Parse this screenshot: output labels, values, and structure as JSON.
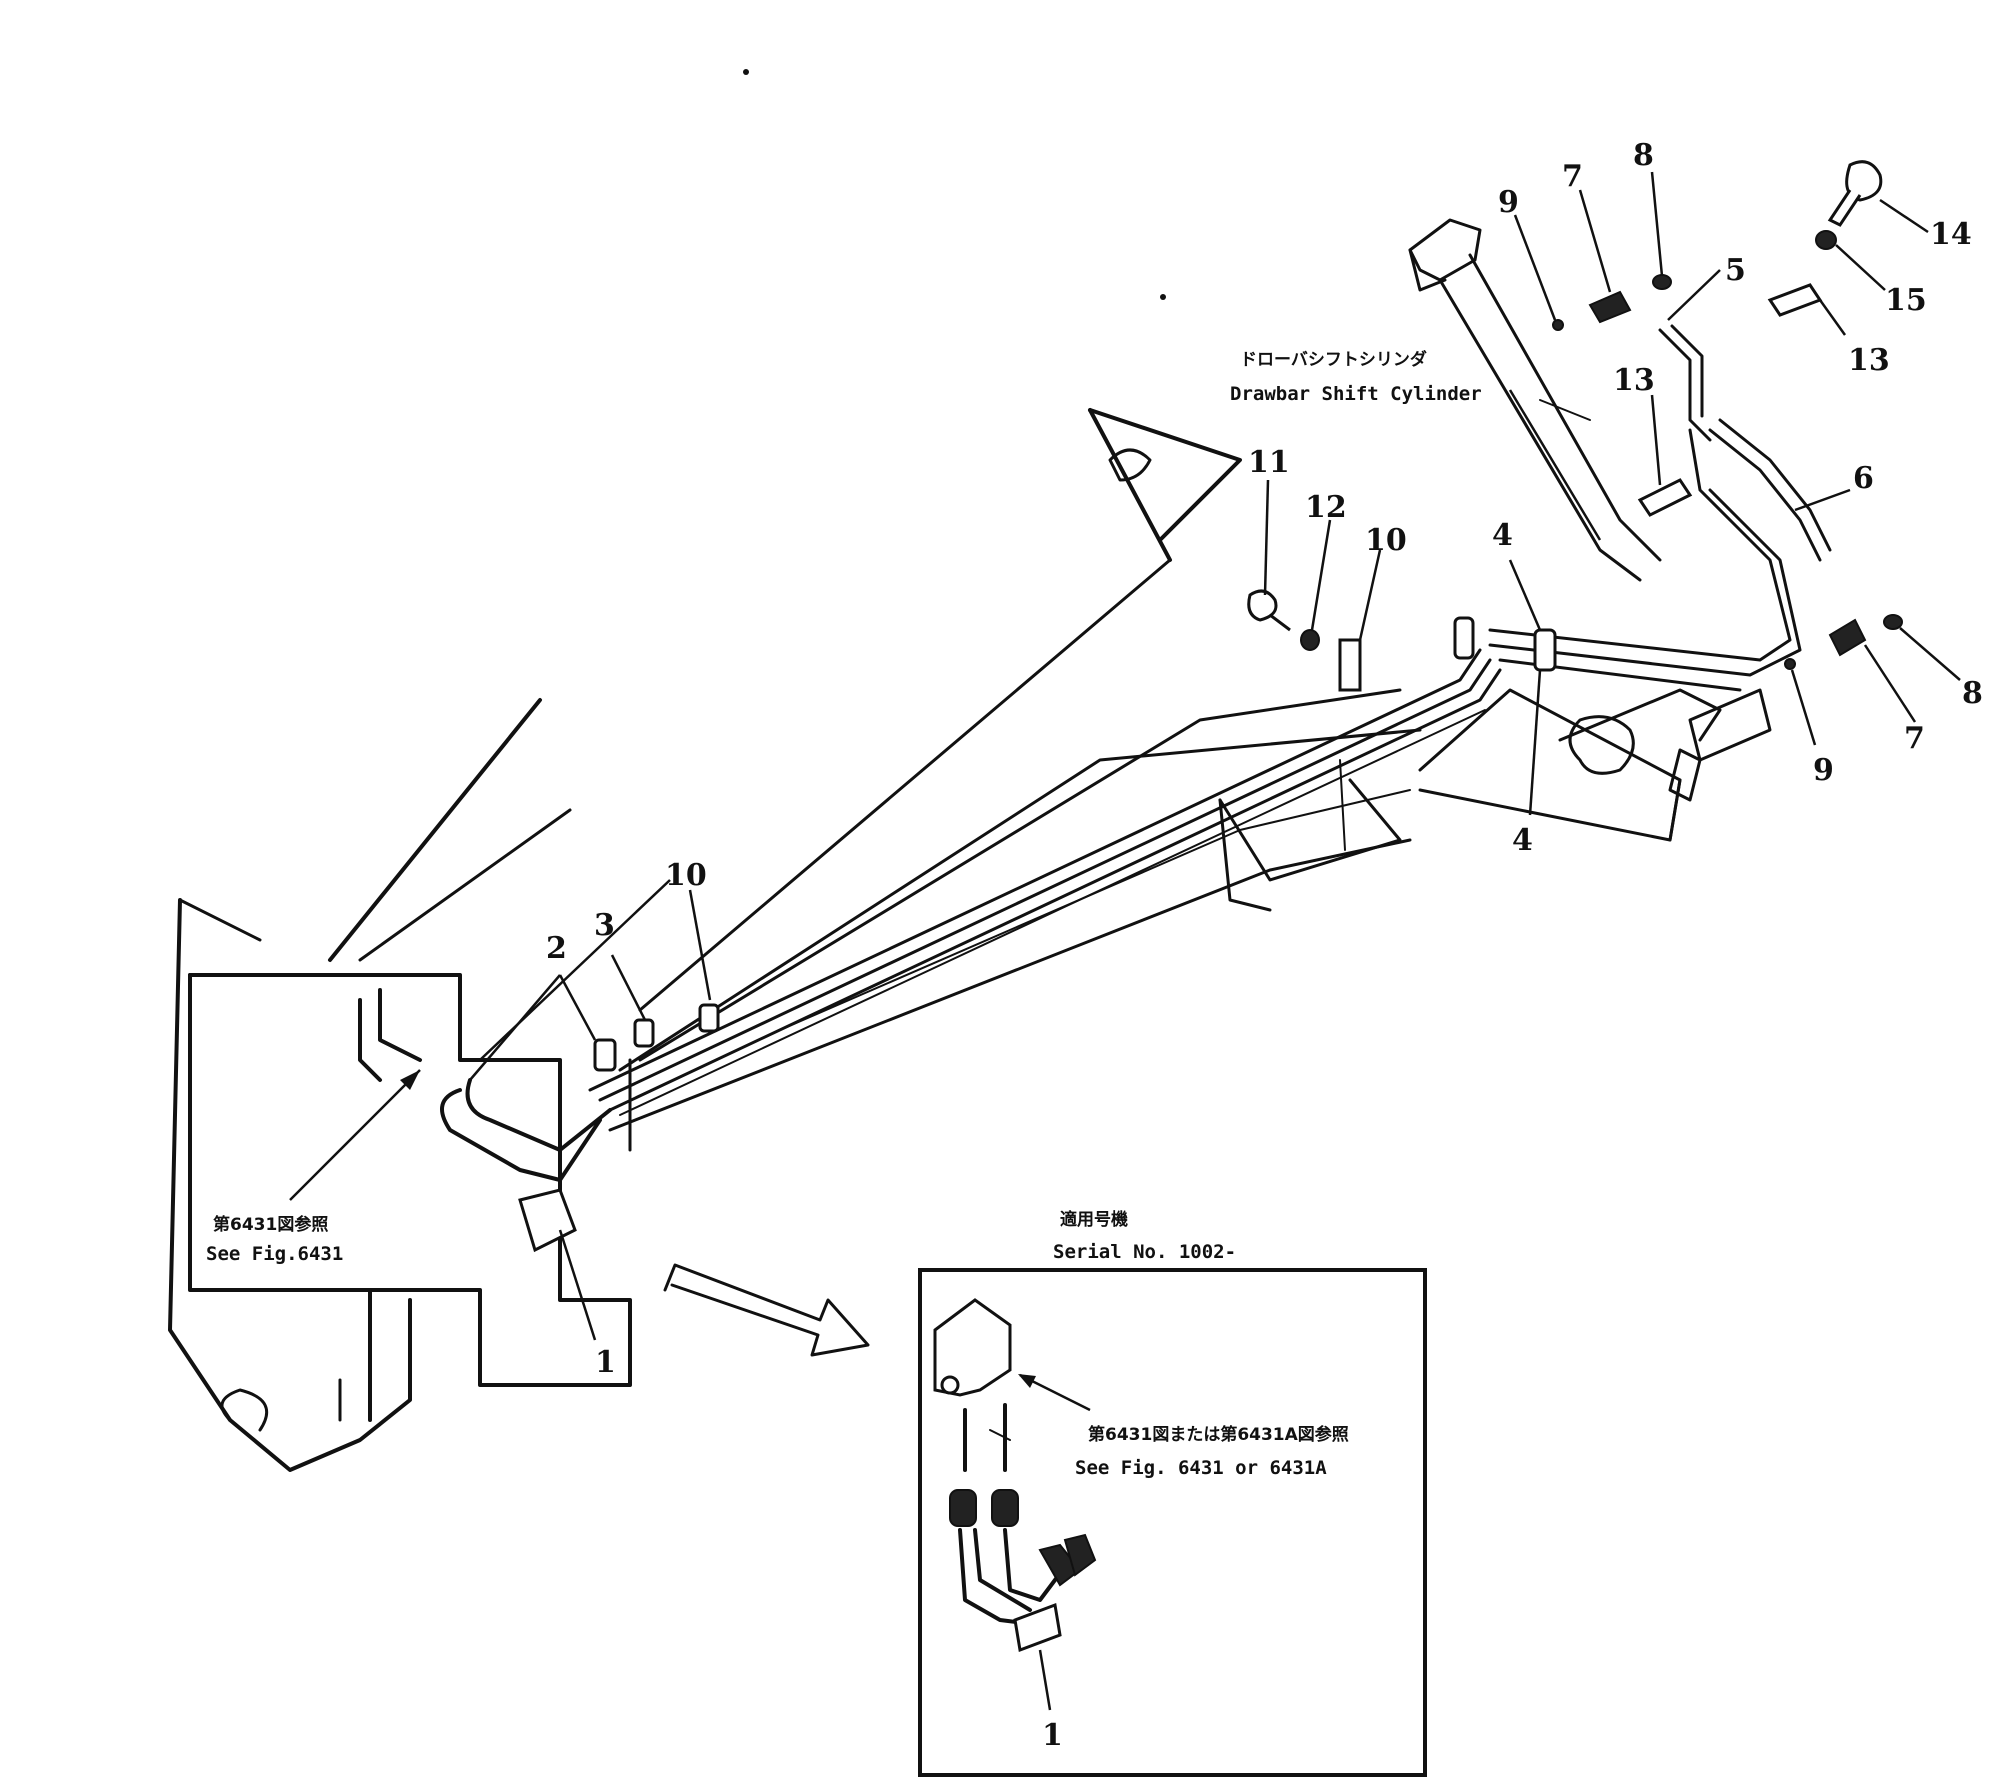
{
  "diagram": {
    "labels": {
      "cylinder_jp": "ドローバシフトシリンダ",
      "cylinder_en": "Drawbar Shift Cylinder",
      "ref_left_jp": "第6431図参照",
      "ref_left_en": "See Fig.6431",
      "serial_jp": "適用号機",
      "serial_en": "Serial No. 1002-",
      "ref_inset_jp": "第6431図または第6431A図参照",
      "ref_inset_en": "See Fig. 6431 or 6431A"
    },
    "callouts": {
      "c1": "1",
      "c2": "2",
      "c3": "3",
      "c4a": "4",
      "c4b": "4",
      "c5": "5",
      "c6": "6",
      "c7a": "7",
      "c7b": "7",
      "c8a": "8",
      "c8b": "8",
      "c9a": "9",
      "c9b": "9",
      "c10a": "10",
      "c10b": "10",
      "c11": "11",
      "c12": "12",
      "c13a": "13",
      "c13b": "13",
      "c14": "14",
      "c15": "15",
      "c1_inset": "1"
    }
  }
}
